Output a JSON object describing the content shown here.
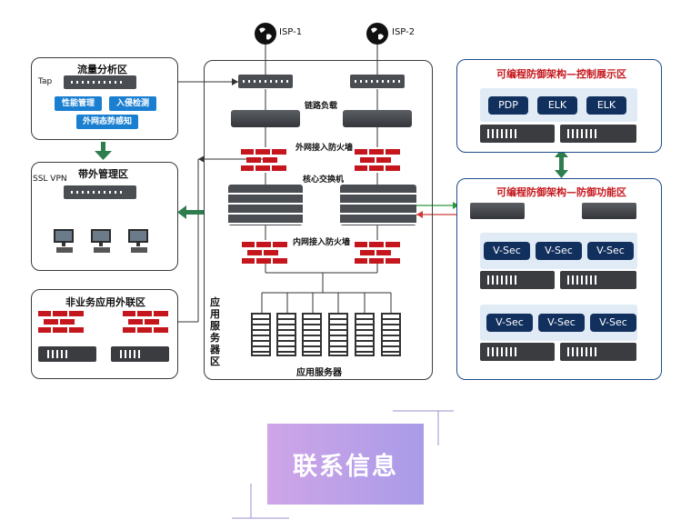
{
  "isp": [
    "ISP-1",
    "ISP-2"
  ],
  "center": {
    "link_balance": "链路负载",
    "external_firewall": "外网接入防火墙",
    "core_switch": "核心交换机",
    "internal_firewall": "内网接入防火墙",
    "zone_label": "应用服务器区",
    "app_servers": "应用服务器"
  },
  "traffic_zone": {
    "title": "流量分析区",
    "tap": "Tap",
    "buttons": [
      "性能管理",
      "入侵检测",
      "外网态势感知"
    ]
  },
  "oob_zone": {
    "title": "带外管理区",
    "vpn": "SSL VPN"
  },
  "nonbiz_zone": {
    "title": "非业务应用外联区"
  },
  "control_zone": {
    "title": "可编程防御架构—控制展示区",
    "apps": [
      "PDP",
      "ELK",
      "ELK"
    ]
  },
  "defense_zone": {
    "title": "可编程防御架构—防御功能区",
    "vsec_row1": [
      "V-Sec",
      "V-Sec",
      "V-Sec"
    ],
    "vsec_row2": [
      "V-Sec",
      "V-Sec",
      "V-Sec"
    ]
  },
  "contact": "联系信息",
  "colors": {
    "firewall": "#c4161c",
    "pill": "#1a7fd1",
    "navy": "#12305e",
    "connector": "#2e7d4f",
    "accent_title": "#c4161c"
  }
}
